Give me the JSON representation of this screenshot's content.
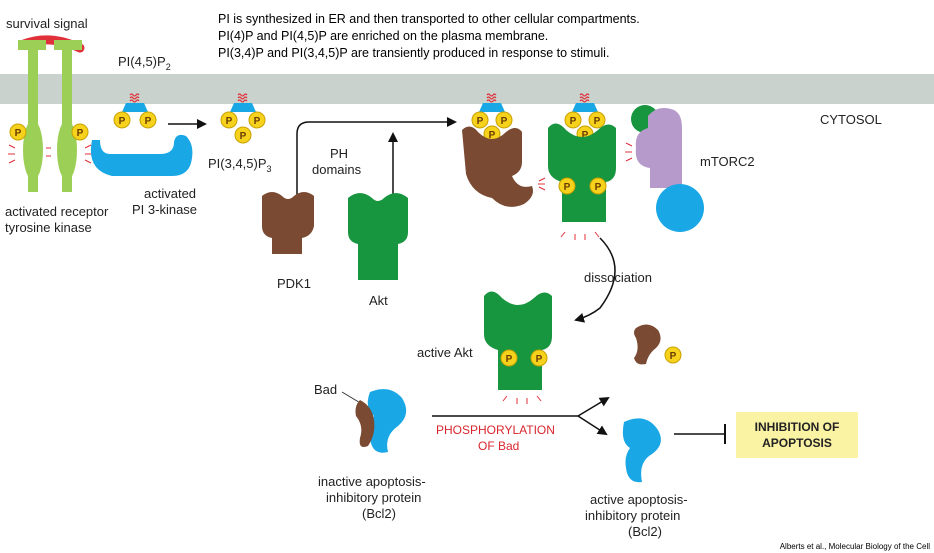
{
  "notes": [
    "PI is synthesized in ER and then transported to other cellular compartments.",
    "PI(4)P and PI(4,5)P are enriched on the plasma membrane.",
    "PI(3,4)P and PI(3,4,5)P are transiently produced in response to stimuli."
  ],
  "labels": {
    "survival_signal": "survival signal",
    "pi45p2": "PI(4,5)P",
    "pi45p2_sub": "2",
    "cytosol": "CYTOSOL",
    "pi345p3": "PI(3,4,5)P",
    "pi345p3_sub": "3",
    "ph": "PH",
    "domains": "domains",
    "activated": "activated",
    "pi3kinase": "PI 3-kinase",
    "activated_receptor": "activated receptor",
    "tyrosine_kinase": "tyrosine kinase",
    "pdk1": "PDK1",
    "akt": "Akt",
    "mtorc2": "mTORC2",
    "dissociation": "dissociation",
    "active_akt": "active Akt",
    "bad": "Bad",
    "phosphorylation": "PHOSPHORYLATION",
    "of_bad": "OF Bad",
    "inactive_1": "inactive apoptosis-",
    "inactive_2": "inhibitory protein",
    "inactive_3": "(Bcl2)",
    "active_1": "active apoptosis-",
    "active_2": "inhibitory protein",
    "active_3": "(Bcl2)",
    "inhibition_1": "INHIBITION OF",
    "inhibition_2": "APOPTOSIS",
    "credit": "Alberts et al., Molecular Biology of the Cell",
    "p": "P"
  },
  "colors": {
    "membrane": "#c9d2cc",
    "receptor": "#9ccf55",
    "kinase": "#1aa7e6",
    "pdk1": "#7a4a33",
    "akt": "#17953f",
    "mtorc2": "#b59acb",
    "phosphate": "#f6d21c",
    "signal": "#e0303a",
    "inhibition_box": "#fbf3a4"
  }
}
